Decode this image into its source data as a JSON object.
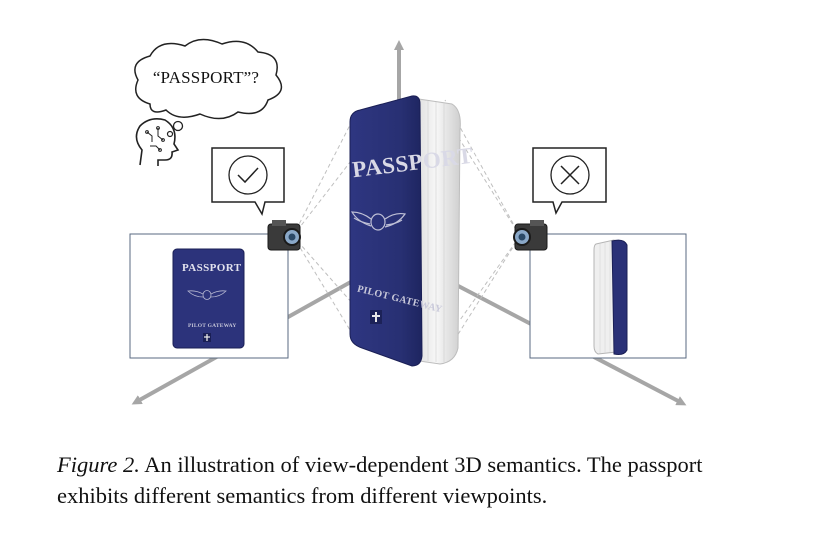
{
  "figure": {
    "thought_bubble_text": "“PASSPORT”?",
    "passport": {
      "cover_title": "PASSPORT",
      "cover_subtitle": "PILOT GATEWAY",
      "cover_color": "#2a3177",
      "page_edge_color": "#f2f2f2"
    },
    "left_view": {
      "verdict": "correct",
      "verdict_icon": "check-circle-icon",
      "thumbnail_title": "PASSPORT",
      "thumbnail_subtitle": "PILOT GATEWAY"
    },
    "right_view": {
      "verdict": "incorrect",
      "verdict_icon": "x-circle-icon"
    },
    "axis_color": "#a6a6a6"
  },
  "caption": {
    "label": "Figure 2.",
    "text": " An illustration of view-dependent 3D semantics.  The passport exhibits different semantics from different viewpoints."
  }
}
